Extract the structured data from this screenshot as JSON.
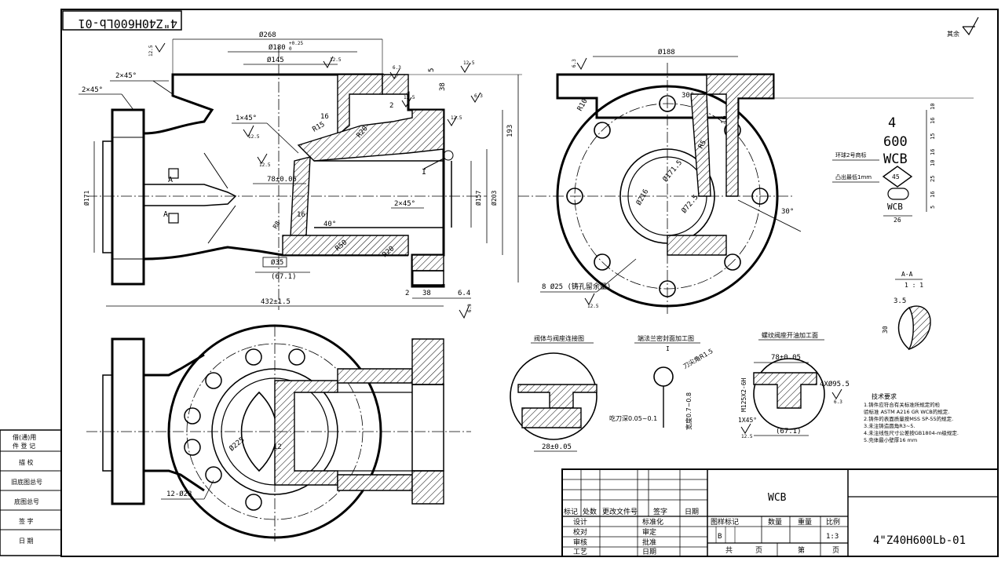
{
  "drawing_number": "4\"Z40H600Lb-01",
  "drawing_number_flipped": "4\"Z40H600Lb-01",
  "surface_finish_rest": "其余",
  "material": "WCB",
  "scale": "1:3",
  "stage_mark": "B",
  "views": {
    "section_label": "A",
    "section_view_title": "A-A",
    "section_view_scale": "1 : 1",
    "detail_I": "I"
  },
  "dimensions": {
    "d268": "Ø268",
    "d180": "Ø180",
    "d180_tol": "+0.25",
    "d180_tol2": "0",
    "d145": "Ø145",
    "d188": "Ø188",
    "chamfer_2x45_a": "2×45°",
    "chamfer_2x45_b": "2×45°",
    "chamfer_2x45_c": "2×45°",
    "chamfer_1x45": "1×45°",
    "len_78": "78±0.05",
    "len_78_b": "78±0.05",
    "d35": "Ø35",
    "d67_1": "(67.1)",
    "d67_1_b": "(67.1)",
    "overall_432": "432±1.5",
    "r15": "R15",
    "r20_a": "R20",
    "r20_b": "R20",
    "r50": "R50",
    "r8": "R8",
    "r5": "R5",
    "r10": "R10",
    "r56": "R56",
    "d216": "Ø216",
    "d171_5": "Ø171.5",
    "d72_5": "Ø72.5",
    "d171": "Ø171",
    "d157": "Ø157",
    "d203": "Ø203",
    "d225": "Ø225",
    "val_16_a": "16",
    "val_16_b": "16",
    "val_16_c": "16",
    "val_38_a": "38",
    "val_38_b": "38",
    "val_30": "30°",
    "val_30_b": "30°",
    "val_40": "40°",
    "val_5": "5",
    "val_2_a": "2",
    "val_2_b": "2",
    "val_6_4": "6.4",
    "val_12": "12",
    "val_193": "193",
    "val_3_5": "3.5",
    "val_30_sec": "30",
    "holes_8": "8 Ø25 (铸孔留余量)",
    "holes_12": "12-Ø23",
    "d4x95": "4XØ95.5",
    "m125": "M125X2-6H",
    "d28": "28±0.05",
    "chamfer_1x45_b": "1X45°",
    "d1x45_note": "1×45°"
  },
  "roughness": [
    "12.5",
    "12.5",
    "6.3",
    "12.5",
    "6.3",
    "12.5",
    "12.5",
    "6.3",
    "12.5",
    "12.5",
    "6.3",
    "12.5",
    "6.3",
    "12.5"
  ],
  "marking": {
    "lines": [
      "4",
      "600",
      "WCB"
    ],
    "dims": [
      "10",
      "16",
      "15",
      "16",
      "10",
      "25",
      "16",
      "5"
    ],
    "label_nameplate": "环球2号商标",
    "label_relief": "凸出最低1mm",
    "hex_value": "45",
    "width": "26"
  },
  "detail_titles": {
    "detail_1": "阀体与阀座连接图",
    "detail_2": "端法兰密封面加工图",
    "detail_2_sub": "I",
    "detail_3": "螺纹阀座开油加工面",
    "tool_radius": "刀尖角R1.5",
    "cut_depth": "吃刀深0.05~0.1",
    "width_range": "宽度0.7~0.8"
  },
  "tech_requirements": {
    "title": "技术要求",
    "items": [
      "1.铸件应符合有关标准所规定的检",
      "  验标准  ASTM A216 GR WCB的规定.",
      "2.铸件的表面质量按MSS SP-55的规定.",
      "3.未注铸造圆角R3~5.",
      "4.未注线性尺寸公差按GB1804-m级规定.",
      "5.壳体最小壁厚16 mm"
    ]
  },
  "side_table": [
    "借(通)用",
    "件 登 记",
    "描 校",
    "旧底图总号",
    "底图总号",
    "签 字",
    "日 期"
  ],
  "title_block": {
    "headers": [
      "标记",
      "处数",
      "更改文件号",
      "签字",
      "日期"
    ],
    "rows_left": [
      "设计",
      "校对",
      "审核",
      "工艺"
    ],
    "rows_mid": [
      "标准化",
      "审定",
      "批准",
      "日期"
    ],
    "stage_labels": [
      "图样标记",
      "数量",
      "重量",
      "比例"
    ],
    "sheet_labels": [
      "共",
      "页",
      "第",
      "页"
    ]
  }
}
